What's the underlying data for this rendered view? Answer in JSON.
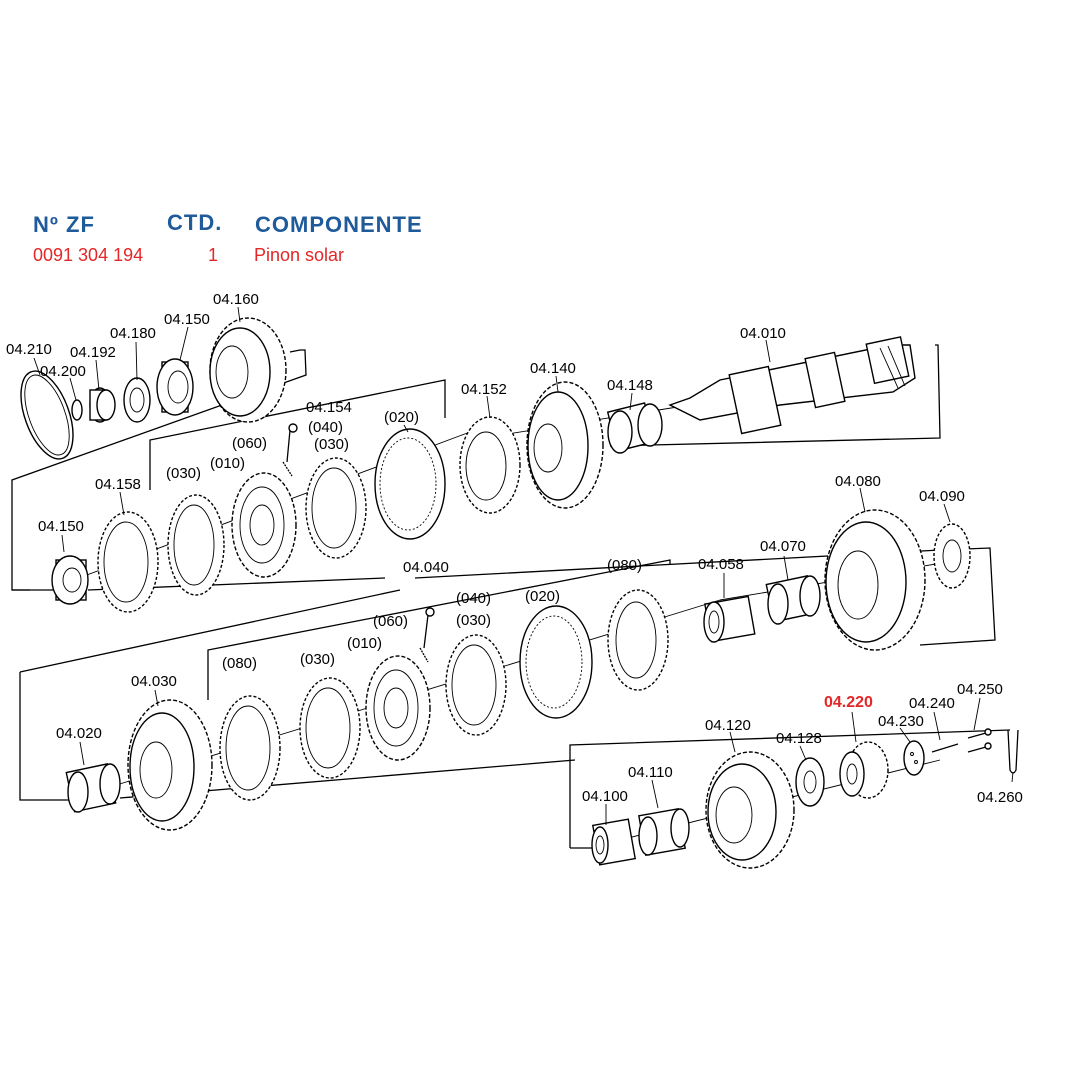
{
  "header": {
    "col_zf": "Nº ZF",
    "col_qty": "CTD.",
    "col_component": "COMPONENTE",
    "zf_number": "0091 304 194",
    "quantity": "1",
    "component_name": "Pinon solar"
  },
  "highlight_color": "#e32626",
  "header_color": "#1f5a9a",
  "labels": {
    "p04_210": "04.210",
    "p04_200": "04.200",
    "p04_192": "04.192",
    "p04_180": "04.180",
    "p04_150a": "04.150",
    "p04_160": "04.160",
    "p04_154": "04.154",
    "p04_152": "04.152",
    "p04_140": "04.140",
    "p04_148": "04.148",
    "p04_010": "04.010",
    "p04_158": "04.158",
    "p04_150b": "04.150",
    "g1_030": "(030)",
    "g1_010": "(010)",
    "g1_060": "(060)",
    "g1_040": "(040)",
    "g1_030b": "(030)",
    "g1_020": "(020)",
    "p04_080": "04.080",
    "p04_090": "04.090",
    "p04_070": "04.070",
    "p04_058": "04.058",
    "p04_040": "04.040",
    "g2_080": "(080)",
    "g2_020": "(020)",
    "g2_040": "(040)",
    "g2_030": "(030)",
    "g2_060": "(060)",
    "g2_010": "(010)",
    "g2_030b": "(030)",
    "g2_080b": "(080)",
    "p04_030": "04.030",
    "p04_020": "04.020",
    "p04_220": "04.220",
    "p04_240": "04.240",
    "p04_250": "04.250",
    "p04_230": "04.230",
    "p04_120": "04.120",
    "p04_128": "04.128",
    "p04_110": "04.110",
    "p04_100": "04.100",
    "p04_260": "04.260"
  }
}
